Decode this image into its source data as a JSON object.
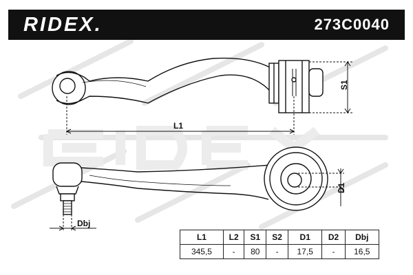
{
  "header": {
    "brand": "RIDEX.",
    "part_number": "273C0040"
  },
  "watermark_text": "RIDEX",
  "dimensions": {
    "l1": "L1",
    "s1": "S1",
    "d1": "D1",
    "dbj": "Dbj"
  },
  "spec_table": {
    "headers": [
      "L1",
      "L2",
      "S1",
      "S2",
      "D1",
      "D2",
      "Dbj"
    ],
    "values": [
      "345,5",
      "-",
      "80",
      "-",
      "17,5",
      "-",
      "16,5"
    ]
  }
}
